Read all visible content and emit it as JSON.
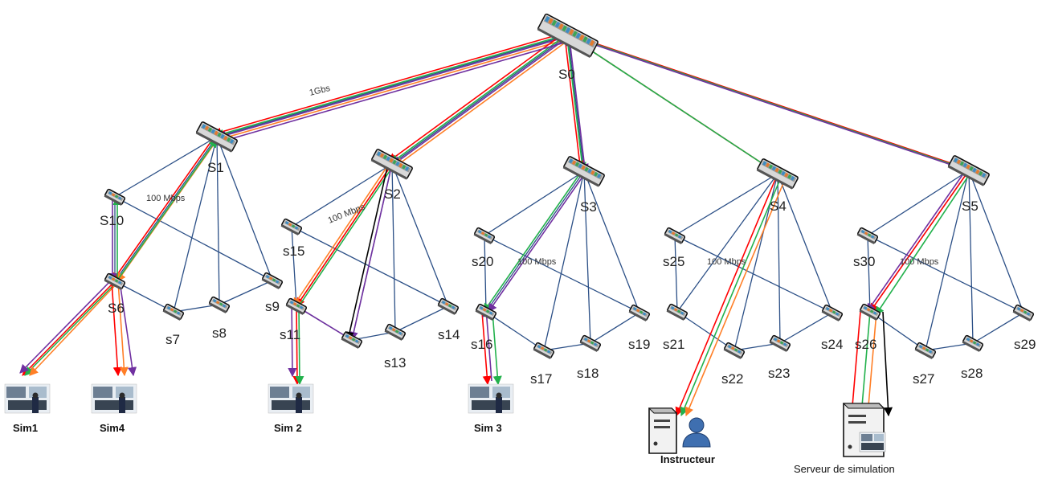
{
  "colors": {
    "link": "#2b4f86",
    "arrow_red": "#ff0000",
    "arrow_green": "#22b14c",
    "arrow_purple": "#7030a0",
    "arrow_orange": "#ff7f27",
    "arrow_blue": "#2f5597",
    "arrow_black": "#000000"
  },
  "switches": {
    "s0": "S0",
    "s1": "S1",
    "s2": "S2",
    "s3": "S3",
    "s4": "S4",
    "s5": "S5",
    "s10": "S10",
    "s6": "S6",
    "s7": "s7",
    "s8": "s8",
    "s9": "s9",
    "s15": "s15",
    "s11": "s11",
    "s13": "s13",
    "s14": "s14",
    "s20": "s20",
    "s16": "s16",
    "s17": "s17",
    "s18": "s18",
    "s19": "s19",
    "s25": "s25",
    "s21": "s21",
    "s22": "s22",
    "s23": "s23",
    "s24": "s24",
    "s30": "s30",
    "s26": "s26",
    "s27": "s27",
    "s28": "s28",
    "s29": "s29"
  },
  "link_labels": {
    "core": "1Gbs",
    "g1": "100 Mbps",
    "g2": "100 Mbps",
    "g3": "100 Mbps",
    "g4": "100 Mbps",
    "g5": "100 Mbps"
  },
  "hosts": {
    "sim1": "Sim1",
    "sim4": "Sim4",
    "sim2": "Sim 2",
    "sim3": "Sim 3",
    "instructeur": "Instructeur",
    "serveur": "Serveur de simulation"
  },
  "icons": {
    "switch": "network-switch-icon",
    "simulator": "simulator-photo-icon",
    "workstation": "workstation-user-icon",
    "server": "server-icon"
  }
}
